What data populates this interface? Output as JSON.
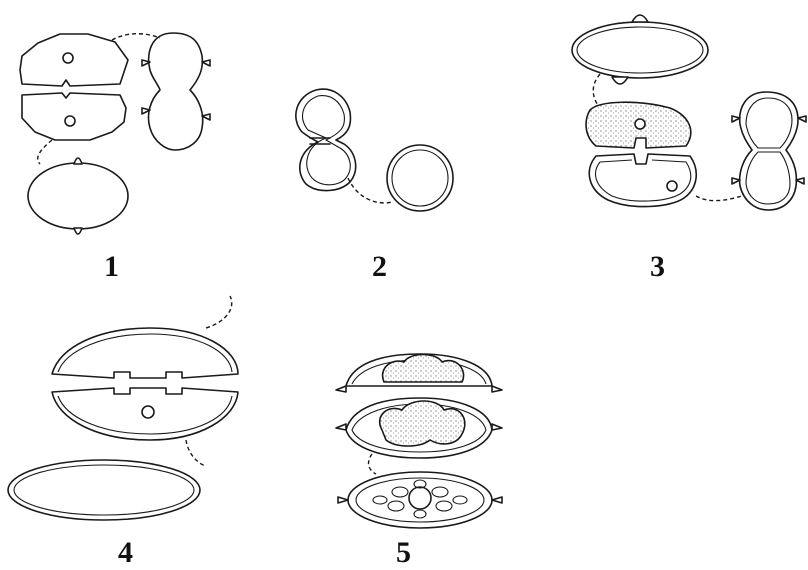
{
  "figures": [
    {
      "label": "1"
    },
    {
      "label": "2"
    },
    {
      "label": "3"
    },
    {
      "label": "4"
    },
    {
      "label": "5"
    }
  ],
  "colors": {
    "ink": "#1a1a1a",
    "background": "#ffffff",
    "stipple": "#555555"
  }
}
